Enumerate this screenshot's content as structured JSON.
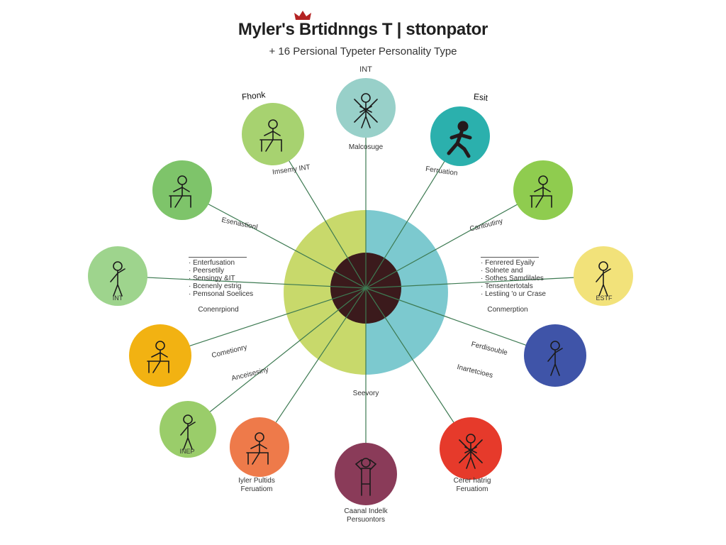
{
  "header": {
    "title": "Myler's Brtidnngs T | sttonpator",
    "subtitle": "+ 16 Persional Typeter Personality Type"
  },
  "hub": {
    "left_color": "#c8d96b",
    "right_color": "#7cc9cf",
    "center_color": "#3b1a1c"
  },
  "nodes": [
    {
      "color": "#98d0c9",
      "figure": "person-arms-crossed-icon"
    },
    {
      "color": "#2bb0ad",
      "figure": "person-running-icon"
    },
    {
      "color": "#8fcc4f",
      "figure": "person-sitting-icon"
    },
    {
      "color": "#f2e27a",
      "figure": "person-standing-icon"
    },
    {
      "color": "#3f54a8",
      "figure": "person-standing-icon"
    },
    {
      "color": "#e63a2b",
      "figure": "person-arms-crossed-icon"
    },
    {
      "color": "#8a3b59",
      "figure": "person-hands-on-head-icon"
    },
    {
      "color": "#ee7a4a",
      "figure": "person-sitting-icon"
    },
    {
      "color": "#9acd6a",
      "figure": "person-standing-icon"
    },
    {
      "color": "#f2b212",
      "figure": "person-sitting-icon"
    },
    {
      "color": "#9ed48d",
      "figure": "person-standing-icon"
    },
    {
      "color": "#7ec46a",
      "figure": "person-sitting-icon"
    },
    {
      "color": "#a7d270",
      "figure": "person-sitting-icon"
    }
  ],
  "labels": {
    "top_type": "INT",
    "top_caption": "Malcosuge",
    "upper_left_title": "Fhonk",
    "upper_right_title": "Esit",
    "upper_left_caption": "Imsemy INT",
    "upper_right_caption": "Ferruation",
    "left_line_label": "Esenastionl",
    "right_line_label": "Cantoutiny",
    "left_node_caption": "INT",
    "right_node_caption": "ESTF",
    "left_mid_label": "Conenrpiond",
    "right_mid_label": "Conmerption",
    "lower_left_label_1": "Cometionry",
    "lower_left_label_2": "Anceisesiny",
    "lower_right_label_1": "Ferdisouble",
    "lower_right_label_2": "Inartetcioes",
    "center_bottom_label": "Seevory",
    "bottom_left_small": "INEP",
    "bottom_left_caption_1": "Iyler Pultids",
    "bottom_left_caption_2": "Feruatiom",
    "bottom_center_caption_1": "Caanal Indelk",
    "bottom_center_caption_2": "Persuontors",
    "bottom_right_caption_1": "Cerer hatrig",
    "bottom_right_caption_2": "Feruatiom"
  },
  "left_list": [
    "Enterfusation",
    "Peersetily",
    "Sensingy &IT",
    "Bcenenly estrig",
    "Pemsonal Soelices"
  ],
  "right_list": [
    "Fenrered Eyaily",
    "Solnete and",
    "Sothes Samdilales",
    "Tensentertotals",
    "Lestiing 'o ur Crase"
  ]
}
